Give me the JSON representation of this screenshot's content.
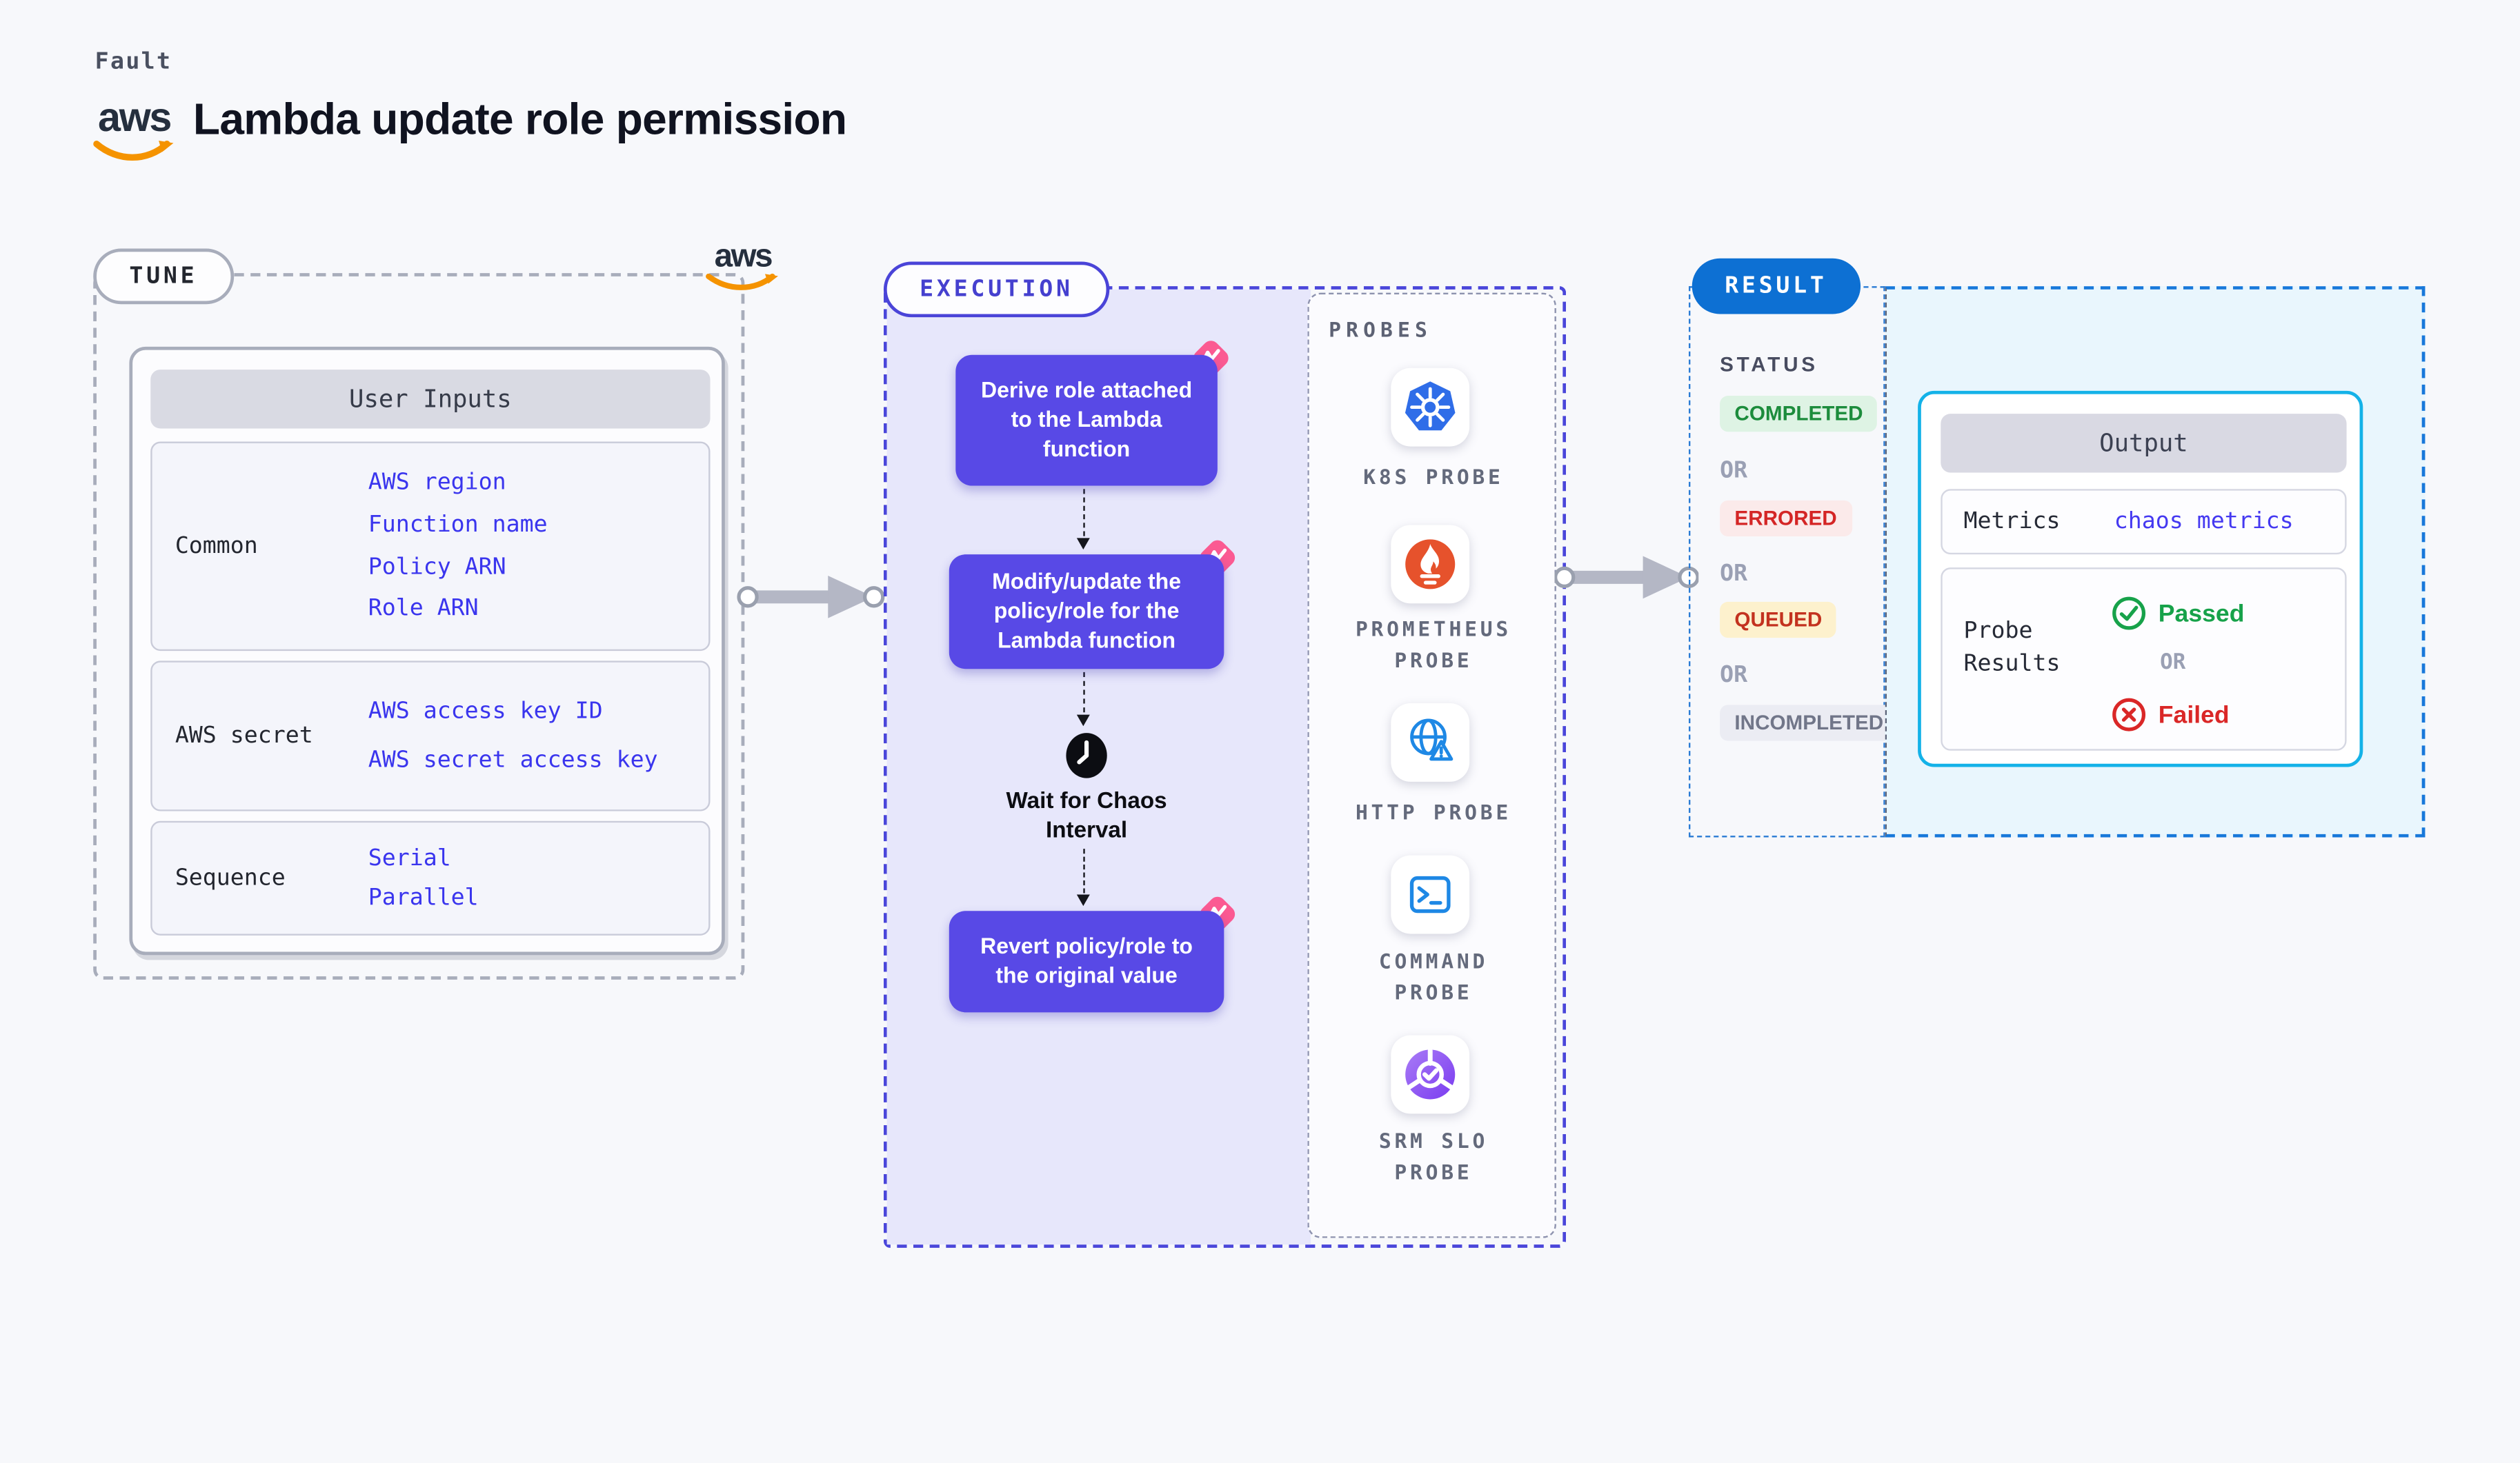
{
  "header": {
    "kicker": "Fault",
    "title": "Lambda update role permission",
    "aws_logo_text": "aws"
  },
  "tune": {
    "badge": "TUNE",
    "aws_logo_text": "aws",
    "table_title": "User Inputs",
    "rows": [
      {
        "label": "Common",
        "values": [
          "AWS region",
          "Function name",
          "Policy ARN",
          "Role ARN"
        ]
      },
      {
        "label": "AWS secret",
        "values": [
          "AWS access key ID",
          "AWS secret access key"
        ]
      },
      {
        "label": "Sequence",
        "values": [
          "Serial",
          "Parallel"
        ]
      }
    ]
  },
  "execution": {
    "badge": "EXECUTION",
    "steps": [
      {
        "text": "Derive role attached to the Lambda function"
      },
      {
        "text": "Modify/update the policy/role for the Lambda function"
      },
      {
        "text": "Wait for Chaos Interval"
      },
      {
        "text": "Revert policy/role to the original value"
      }
    ],
    "probes": {
      "title": "PROBES",
      "items": [
        {
          "label": "K8S PROBE",
          "icon": "k8s-probe-icon"
        },
        {
          "label": "PROMETHEUS PROBE",
          "icon": "prometheus-probe-icon"
        },
        {
          "label": "HTTP PROBE",
          "icon": "http-probe-icon"
        },
        {
          "label": "COMMAND PROBE",
          "icon": "command-probe-icon"
        },
        {
          "label": "SRM SLO PROBE",
          "icon": "srm-slo-probe-icon"
        }
      ]
    }
  },
  "result": {
    "badge": "RESULT",
    "status": {
      "title": "STATUS",
      "or": "OR",
      "items": [
        {
          "label": "COMPLETED",
          "fg": "#1c8c3c",
          "bg": "#def3e4"
        },
        {
          "label": "ERRORED",
          "fg": "#d42525",
          "bg": "#fbeaea"
        },
        {
          "label": "QUEUED",
          "fg": "#c3321f",
          "bg": "#fdf1cd"
        },
        {
          "label": "INCOMPLETED",
          "fg": "#717689",
          "bg": "#ebecf3"
        }
      ]
    },
    "output": {
      "title": "Output",
      "metrics_label": "Metrics",
      "metrics_value": "chaos metrics",
      "probe_results_label": "Probe Results",
      "passed_label": "Passed",
      "or": "OR",
      "failed_label": "Failed"
    }
  },
  "colors": {
    "page_bg": "#f7f8fb",
    "tune_dash": "#a8adbb",
    "execution_dash": "#4a46da",
    "execution_fill": "#e7e7fb",
    "step_box": "#5849e6",
    "chaos_pink": "#fb5a92",
    "value_blue": "#3a35ee",
    "result_blue": "#0d70d3",
    "result_panel": "#e9f6fd",
    "output_border": "#14b2e8",
    "passed_green": "#17a24a",
    "failed_red": "#da2727",
    "aws_orange": "#f59300",
    "k8s_blue": "#2f6de8",
    "prometheus_orange": "#e6522c"
  }
}
